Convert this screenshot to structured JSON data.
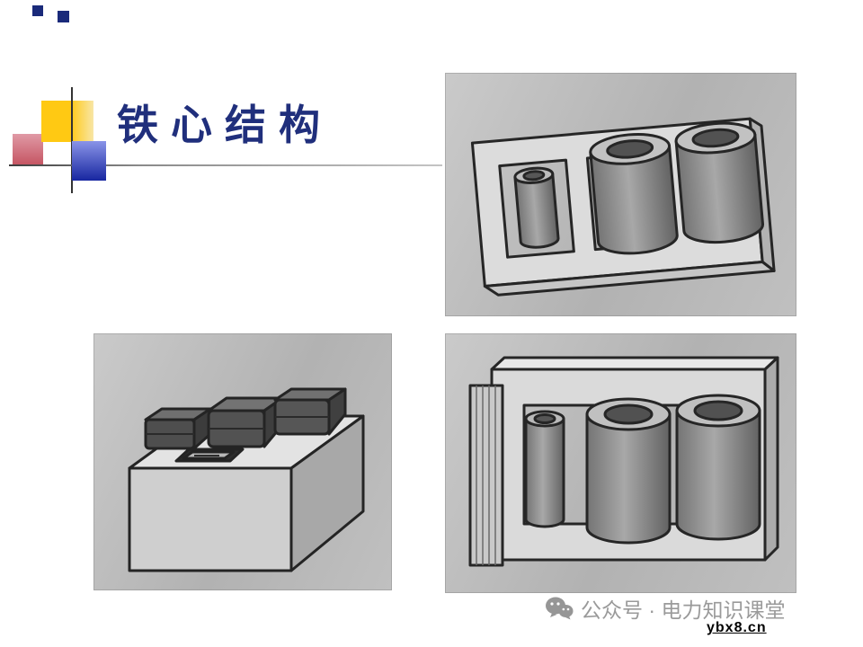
{
  "slide": {
    "title": "铁心结构"
  },
  "footer": {
    "source_label": "公众号 · 电力知识课堂",
    "watermark": "ybx8.cn"
  },
  "icons": {
    "wechat": "wechat-chat-bubbles-icon"
  },
  "colors": {
    "title_text": "#202f7c",
    "accent_yellow": "#ffc913",
    "accent_blue": "#1726a0",
    "accent_pink": "#c4525f",
    "separator_line": "#8a8a8a",
    "photo_background": "#bdbdbd",
    "footer_text": "#9a9a9a",
    "watermark_text": "#000000"
  }
}
